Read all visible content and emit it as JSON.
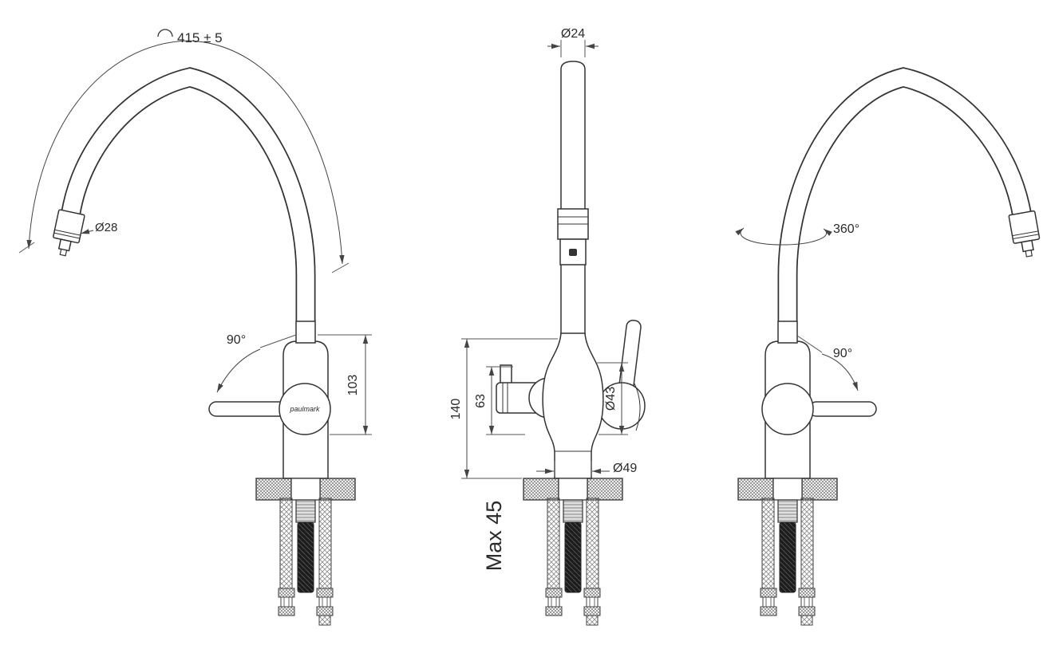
{
  "drawing": {
    "brand": "paulmark",
    "views": {
      "side_left": {
        "arc_length": "415 ± 5",
        "spout_diameter": "Ø28",
        "handle_angle": "90°",
        "spout_offset": "103"
      },
      "front": {
        "top_diameter": "Ø24",
        "height_to_deck": "140",
        "side_spout_height": "63",
        "body_diameter": "Ø43",
        "base_diameter": "Ø49",
        "max_deck_thickness": "Max 45"
      },
      "side_right": {
        "rotation": "360°",
        "handle_angle": "90°"
      }
    }
  }
}
